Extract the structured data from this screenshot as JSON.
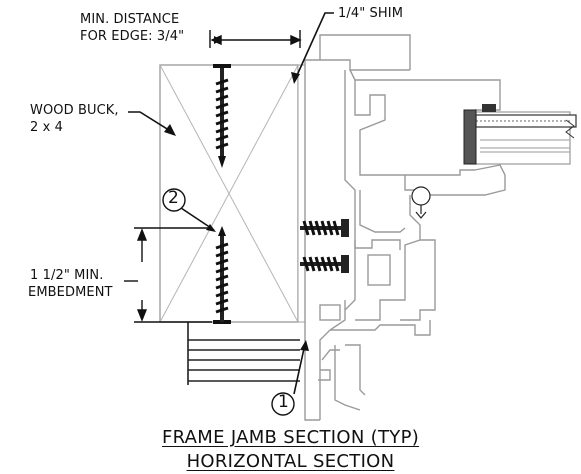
{
  "labels": {
    "min_distance_line1": "MIN. DISTANCE",
    "min_distance_line2": "FOR EDGE: 3/4\"",
    "shim": "1/4\" SHIM",
    "wood_buck_line1": "WOOD BUCK,",
    "wood_buck_line2": "2 x 4",
    "embed_line1": "1 1/2\" MIN.",
    "embed_line2": "EMBEDMENT",
    "callout_1": "1",
    "callout_2": "2"
  },
  "title": {
    "line1": "FRAME JAMB SECTION (TYP)",
    "line2": "HORIZONTAL SECTION"
  },
  "colors": {
    "ink": "#111111",
    "frame_line": "#9a9a9a",
    "light_line": "#b8b8b8"
  }
}
